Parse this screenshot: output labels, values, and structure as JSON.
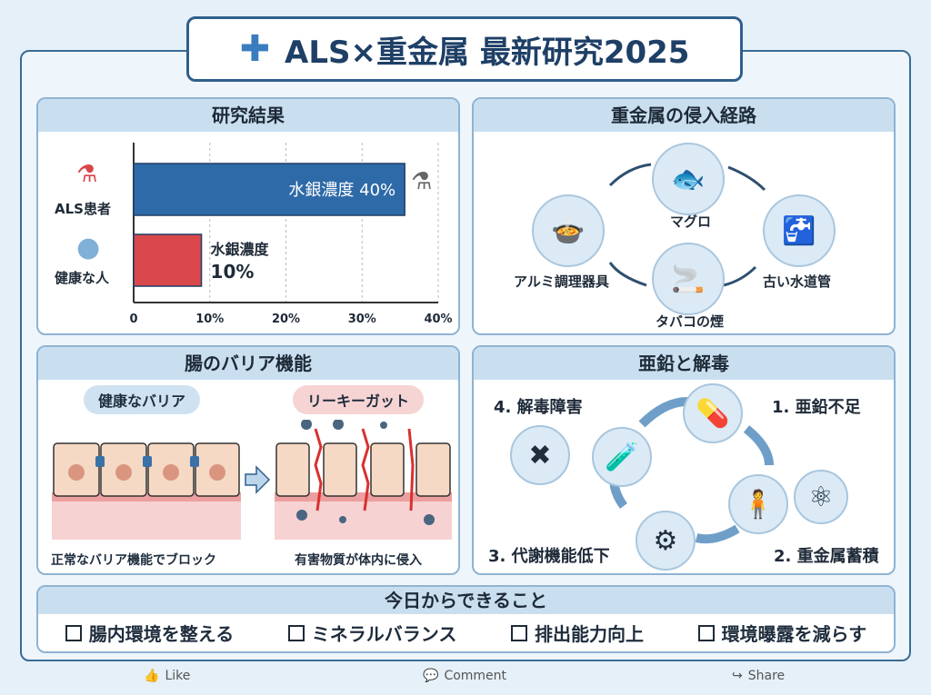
{
  "title": "ALS×重金属 最新研究2025",
  "panels": {
    "results": {
      "title": "研究結果"
    },
    "routes": {
      "title": "重金属の侵入経路",
      "items": [
        "マグロ",
        "古い水道管",
        "タバコの煙",
        "アルミ調理器具"
      ]
    },
    "gut": {
      "title": "腸のバリア機能",
      "healthy_label": "健康なバリア",
      "leaky_label": "リーキーガット",
      "healthy_caption": "正常なバリア機能でブロック",
      "leaky_caption": "有害物質が体内に侵入"
    },
    "zinc": {
      "title": "亜鉛と解毒",
      "steps": [
        "1. 亜鉛不足",
        "2. 重金属蓄積",
        "3. 代謝機能低下",
        "4. 解毒障害"
      ]
    },
    "actions": {
      "title": "今日からできること",
      "items": [
        "腸内環境を整える",
        "ミネラルバランス",
        "排出能力向上",
        "環境曝露を減らす"
      ]
    }
  },
  "chart_data": {
    "type": "bar",
    "orientation": "horizontal",
    "categories": [
      "ALS患者",
      "健康な人"
    ],
    "values": [
      40,
      10
    ],
    "data_labels": [
      "水銀濃度 40%",
      "水銀濃度 10%"
    ],
    "xticks": [
      "0",
      "10%",
      "20%",
      "30%",
      "40%"
    ],
    "xlim": [
      0,
      40
    ],
    "grid": true,
    "colors": [
      "#2f6aa8",
      "#d9474a"
    ]
  },
  "footer": {
    "like": "Like",
    "comment": "Comment",
    "share": "Share"
  }
}
